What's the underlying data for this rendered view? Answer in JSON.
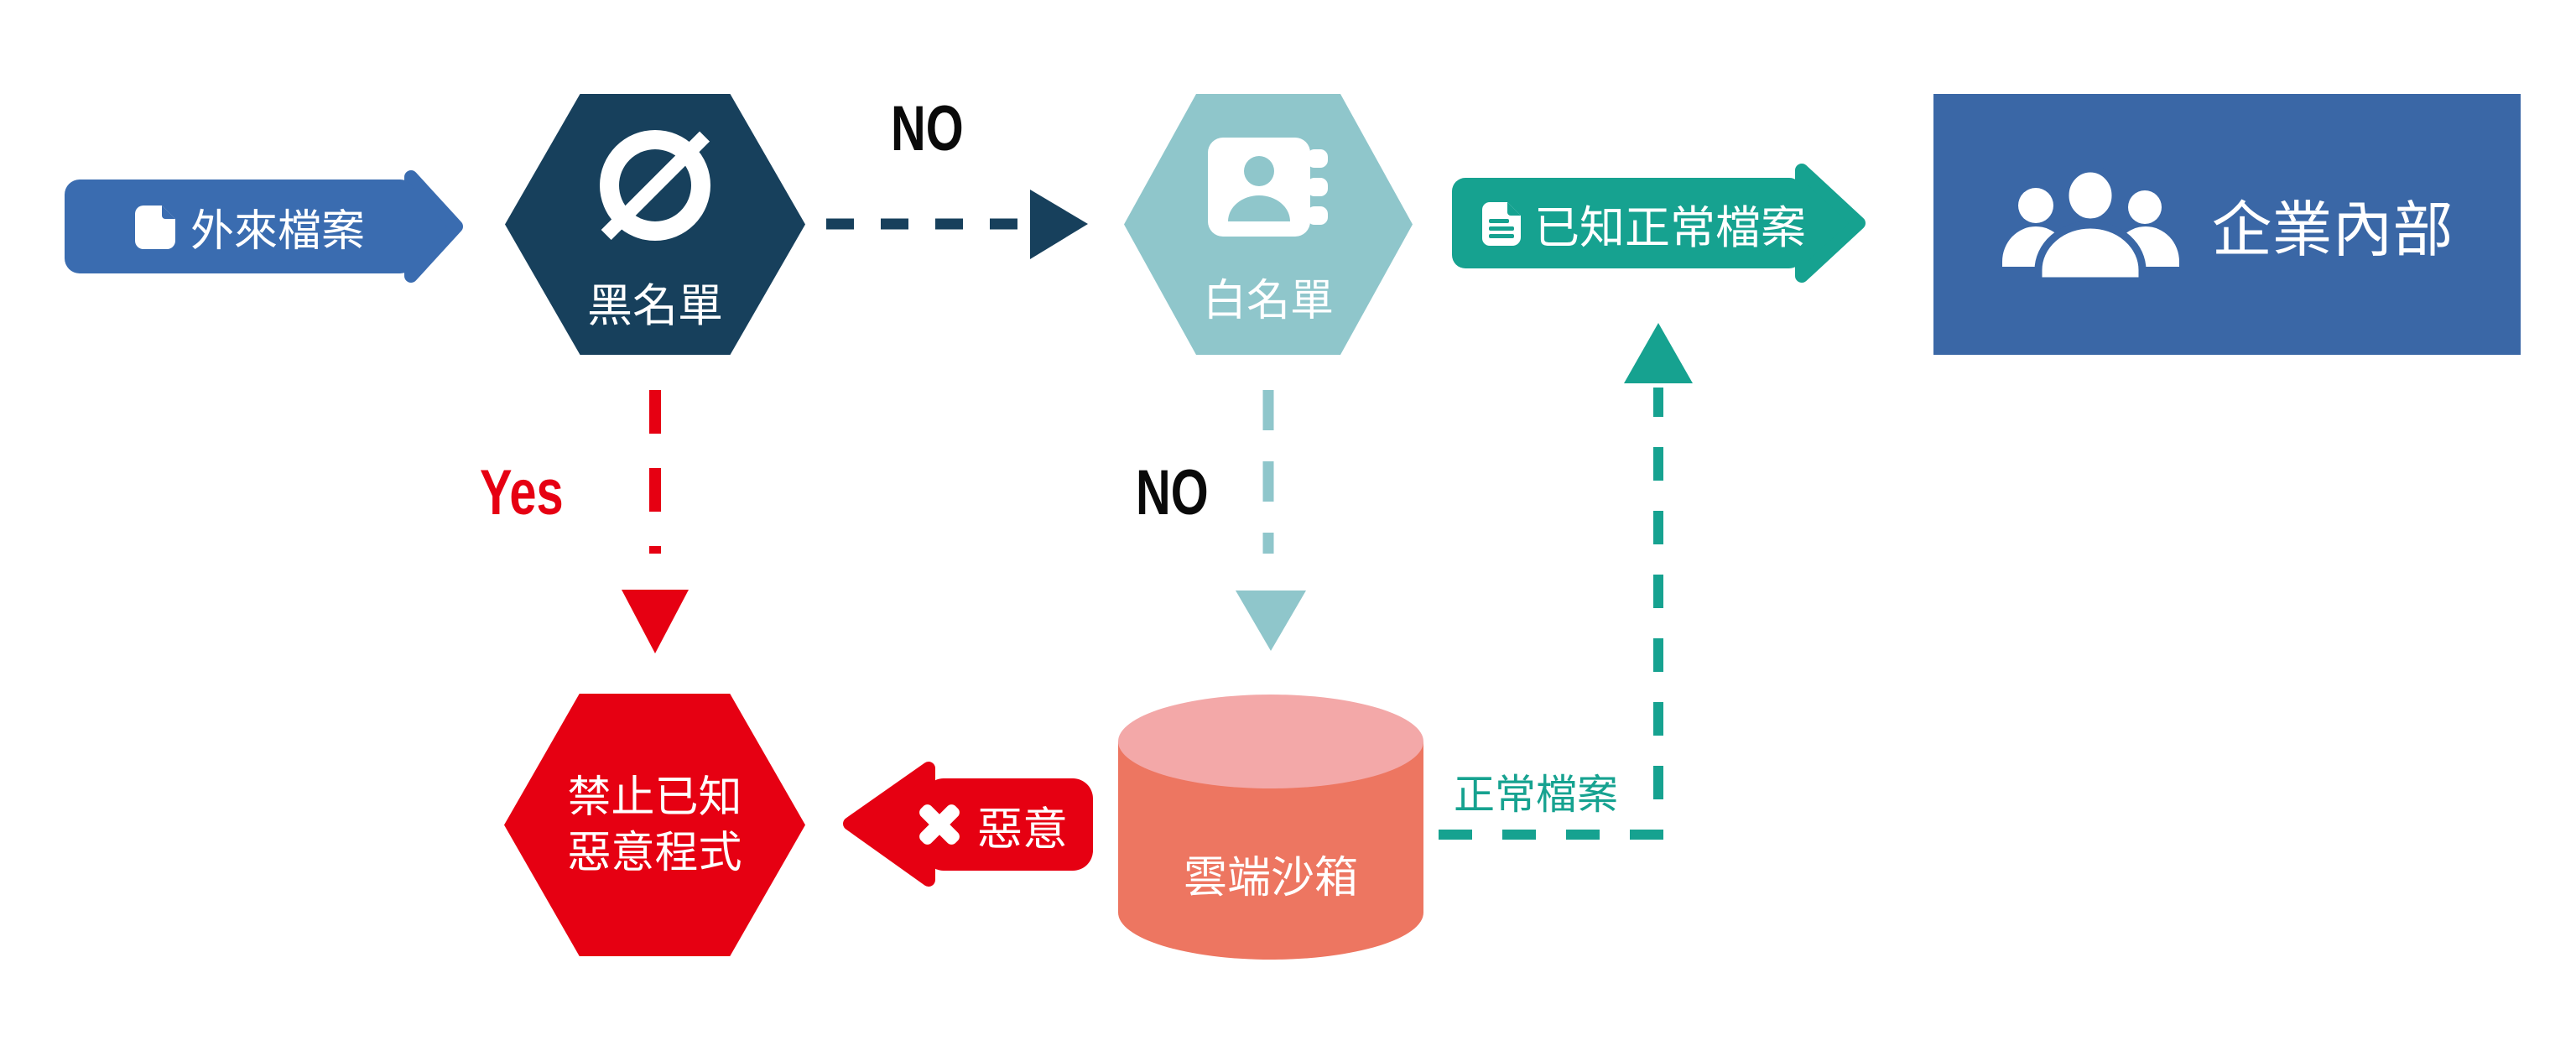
{
  "colors": {
    "banner_blue": "#3a6cb0",
    "enterprise_blue": "#3a67a6",
    "blacklist_navy": "#17405c",
    "whitelist_teal_light": "#8fc6cb",
    "clean_teal": "#16a290",
    "alert_red": "#e60012",
    "sandbox_salmon": "#ed7661",
    "sandbox_salmon_light": "#f3a8a8",
    "background": "#ffffff",
    "no_label_black": "#0a0a0a"
  },
  "nodes": {
    "external_files": {
      "label": "外來檔案",
      "icon": "document-icon"
    },
    "blacklist": {
      "label": "黑名單",
      "icon": "ban-icon"
    },
    "whitelist": {
      "label": "白名單",
      "icon": "address-book-icon"
    },
    "known_clean_files": {
      "label": "已知正常檔案",
      "icon": "document-lines-icon"
    },
    "enterprise_internal": {
      "label": "企業內部",
      "icon": "people-group-icon"
    },
    "block_known_malware": {
      "label_line1": "禁止已知",
      "label_line2": "惡意程式"
    },
    "cloud_sandbox": {
      "label": "雲端沙箱"
    },
    "malicious": {
      "label": "惡意",
      "icon": "x-cross-icon"
    }
  },
  "edges": {
    "blacklist_to_whitelist": {
      "label": "NO"
    },
    "blacklist_to_block": {
      "label": "Yes"
    },
    "whitelist_to_sandbox": {
      "label": "NO"
    },
    "sandbox_to_clean": {
      "label": "正常檔案"
    }
  }
}
